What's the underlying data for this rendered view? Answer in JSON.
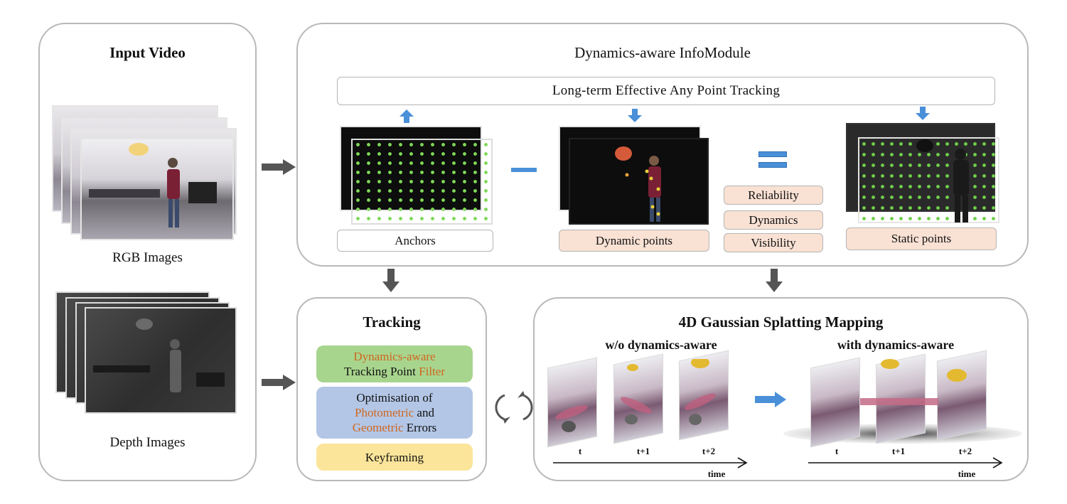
{
  "input_panel": {
    "title": "Input Video",
    "rgb_label": "RGB Images",
    "depth_label": "Depth Images"
  },
  "info_module": {
    "title": "Dynamics-aware InfoModule",
    "tracker_bar": "Long-term Effective Any Point Tracking",
    "anchors_label": "Anchors",
    "dynamic_label": "Dynamic points",
    "static_label": "Static points",
    "attributes": [
      "Reliability",
      "Dynamics",
      "Visibility"
    ]
  },
  "tracking_panel": {
    "title": "Tracking",
    "filter_line1": "Dynamics-aware",
    "filter_line2a": "Tracking Point ",
    "filter_line2b": "Filter",
    "opt_line1": "Optimisation of",
    "opt_line2a": "Photometric",
    "opt_line2b": " and",
    "opt_line3a": "Geometric",
    "opt_line3b": " Errors",
    "keyframing": "Keyframing"
  },
  "mapping_panel": {
    "title": "4D Gaussian Splatting Mapping",
    "left_subtitle": "w/o dynamics-aware",
    "right_subtitle": "with dynamics-aware",
    "time_ticks": [
      "t",
      "t+1",
      "t+2"
    ],
    "time_axis": "time"
  },
  "colors": {
    "panel_border": "#b9b9b9",
    "arrow_gray": "#555555",
    "arrow_blue": "#4a90d9",
    "peach": "#f9e1d4",
    "green_box": "#a8d58e",
    "blue_box": "#b3c6e6",
    "yellow_box": "#fbe59a",
    "orange_text": "#d0661f",
    "point_green": "#7ed957"
  }
}
